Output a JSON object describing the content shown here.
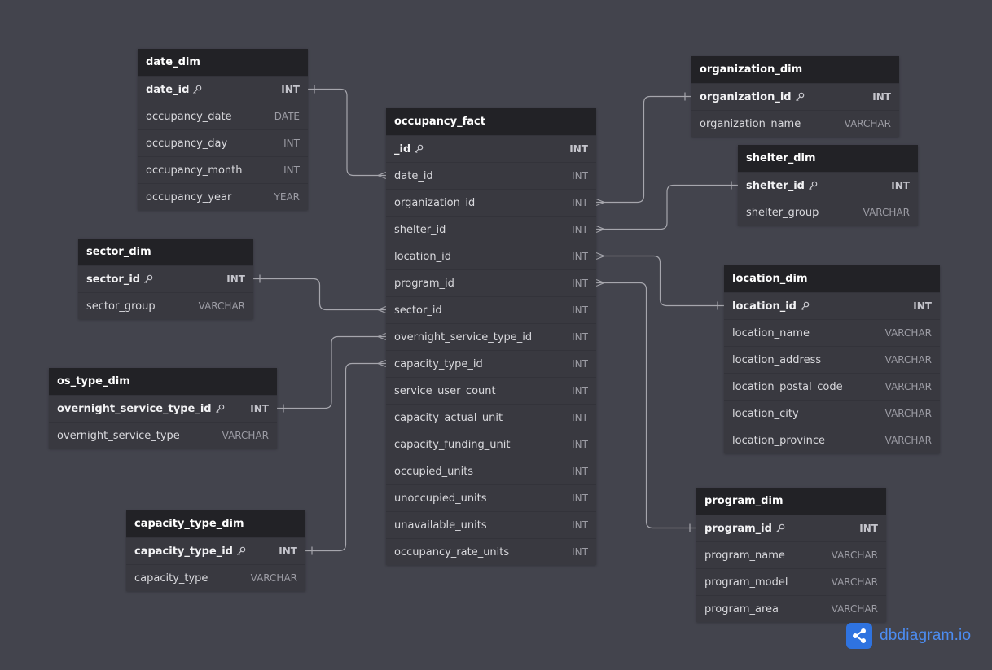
{
  "brand": {
    "name": "dbdiagram.io"
  },
  "tables": [
    {
      "id": "date_dim",
      "name": "date_dim",
      "columns": [
        {
          "name": "date_id",
          "type": "INT",
          "pk": true
        },
        {
          "name": "occupancy_date",
          "type": "DATE",
          "pk": false
        },
        {
          "name": "occupancy_day",
          "type": "INT",
          "pk": false
        },
        {
          "name": "occupancy_month",
          "type": "INT",
          "pk": false
        },
        {
          "name": "occupancy_year",
          "type": "YEAR",
          "pk": false
        }
      ]
    },
    {
      "id": "sector_dim",
      "name": "sector_dim",
      "columns": [
        {
          "name": "sector_id",
          "type": "INT",
          "pk": true
        },
        {
          "name": "sector_group",
          "type": "VARCHAR",
          "pk": false
        }
      ]
    },
    {
      "id": "os_type_dim",
      "name": "os_type_dim",
      "columns": [
        {
          "name": "overnight_service_type_id",
          "type": "INT",
          "pk": true
        },
        {
          "name": "overnight_service_type",
          "type": "VARCHAR",
          "pk": false
        }
      ]
    },
    {
      "id": "capacity_type_dim",
      "name": "capacity_type_dim",
      "columns": [
        {
          "name": "capacity_type_id",
          "type": "INT",
          "pk": true
        },
        {
          "name": "capacity_type",
          "type": "VARCHAR",
          "pk": false
        }
      ]
    },
    {
      "id": "occupancy_fact",
      "name": "occupancy_fact",
      "columns": [
        {
          "name": "_id",
          "type": "INT",
          "pk": true
        },
        {
          "name": "date_id",
          "type": "INT",
          "pk": false
        },
        {
          "name": "organization_id",
          "type": "INT",
          "pk": false
        },
        {
          "name": "shelter_id",
          "type": "INT",
          "pk": false
        },
        {
          "name": "location_id",
          "type": "INT",
          "pk": false
        },
        {
          "name": "program_id",
          "type": "INT",
          "pk": false
        },
        {
          "name": "sector_id",
          "type": "INT",
          "pk": false
        },
        {
          "name": "overnight_service_type_id",
          "type": "INT",
          "pk": false
        },
        {
          "name": "capacity_type_id",
          "type": "INT",
          "pk": false
        },
        {
          "name": "service_user_count",
          "type": "INT",
          "pk": false
        },
        {
          "name": "capacity_actual_unit",
          "type": "INT",
          "pk": false
        },
        {
          "name": "capacity_funding_unit",
          "type": "INT",
          "pk": false
        },
        {
          "name": "occupied_units",
          "type": "INT",
          "pk": false
        },
        {
          "name": "unoccupied_units",
          "type": "INT",
          "pk": false
        },
        {
          "name": "unavailable_units",
          "type": "INT",
          "pk": false
        },
        {
          "name": "occupancy_rate_units",
          "type": "INT",
          "pk": false
        }
      ]
    },
    {
      "id": "organization_dim",
      "name": "organization_dim",
      "columns": [
        {
          "name": "organization_id",
          "type": "INT",
          "pk": true
        },
        {
          "name": "organization_name",
          "type": "VARCHAR",
          "pk": false
        }
      ]
    },
    {
      "id": "shelter_dim",
      "name": "shelter_dim",
      "columns": [
        {
          "name": "shelter_id",
          "type": "INT",
          "pk": true
        },
        {
          "name": "shelter_group",
          "type": "VARCHAR",
          "pk": false
        }
      ]
    },
    {
      "id": "location_dim",
      "name": "location_dim",
      "columns": [
        {
          "name": "location_id",
          "type": "INT",
          "pk": true
        },
        {
          "name": "location_name",
          "type": "VARCHAR",
          "pk": false
        },
        {
          "name": "location_address",
          "type": "VARCHAR",
          "pk": false
        },
        {
          "name": "location_postal_code",
          "type": "VARCHAR",
          "pk": false
        },
        {
          "name": "location_city",
          "type": "VARCHAR",
          "pk": false
        },
        {
          "name": "location_province",
          "type": "VARCHAR",
          "pk": false
        }
      ]
    },
    {
      "id": "program_dim",
      "name": "program_dim",
      "columns": [
        {
          "name": "program_id",
          "type": "INT",
          "pk": true
        },
        {
          "name": "program_name",
          "type": "VARCHAR",
          "pk": false
        },
        {
          "name": "program_model",
          "type": "VARCHAR",
          "pk": false
        },
        {
          "name": "program_area",
          "type": "VARCHAR",
          "pk": false
        }
      ]
    }
  ],
  "relations": [
    {
      "one": [
        "date_dim",
        0
      ],
      "many": [
        "occupancy_fact",
        1
      ]
    },
    {
      "one": [
        "organization_dim",
        0
      ],
      "many": [
        "occupancy_fact",
        2
      ]
    },
    {
      "one": [
        "shelter_dim",
        0
      ],
      "many": [
        "occupancy_fact",
        3
      ]
    },
    {
      "one": [
        "location_dim",
        0
      ],
      "many": [
        "occupancy_fact",
        4
      ]
    },
    {
      "one": [
        "program_dim",
        0
      ],
      "many": [
        "occupancy_fact",
        5
      ]
    },
    {
      "one": [
        "sector_dim",
        0
      ],
      "many": [
        "occupancy_fact",
        6
      ]
    },
    {
      "one": [
        "os_type_dim",
        0
      ],
      "many": [
        "occupancy_fact",
        7
      ]
    },
    {
      "one": [
        "capacity_type_dim",
        0
      ],
      "many": [
        "occupancy_fact",
        8
      ]
    }
  ],
  "colors": {
    "background": "#43444d",
    "table_header": "#222226",
    "table_body": "#393940",
    "connector": "#a6a6ad",
    "brand": "#2f73e0"
  }
}
